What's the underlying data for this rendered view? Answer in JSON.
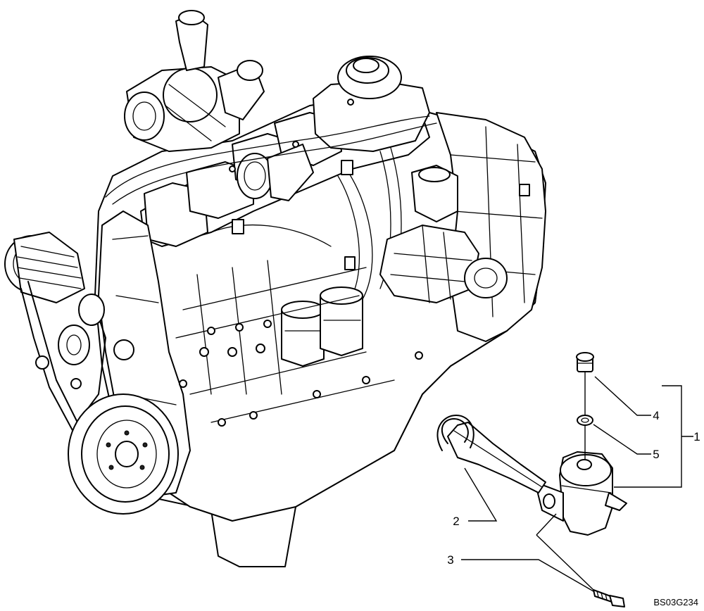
{
  "callouts": {
    "c1": "1",
    "c2": "2",
    "c3": "3",
    "c4": "4",
    "c5": "5"
  },
  "drawing_code": "BS03G234"
}
